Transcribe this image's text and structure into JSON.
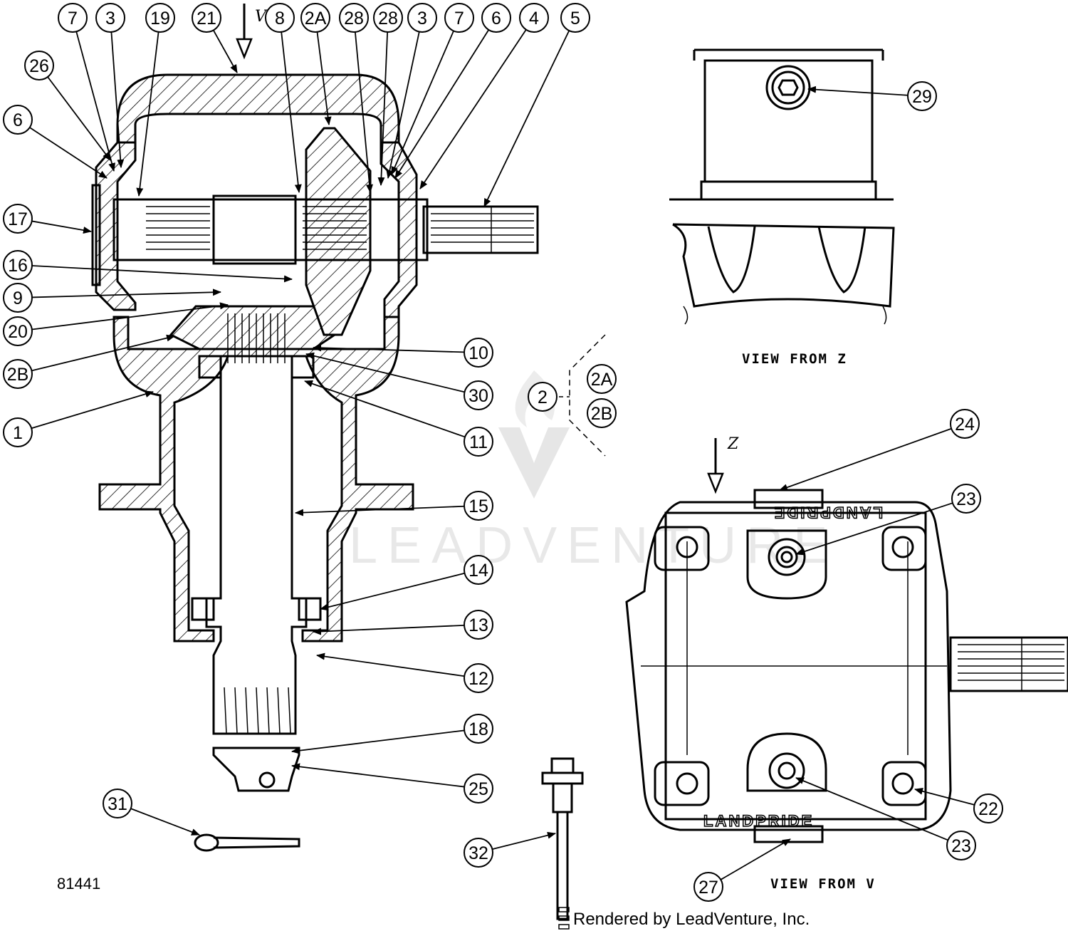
{
  "callouts": [
    {
      "id": "c7a",
      "label": "7"
    },
    {
      "id": "c3a",
      "label": "3"
    },
    {
      "id": "c19",
      "label": "19"
    },
    {
      "id": "c21",
      "label": "21"
    },
    {
      "id": "c8",
      "label": "8"
    },
    {
      "id": "c2A",
      "label": "2A"
    },
    {
      "id": "c28a",
      "label": "28"
    },
    {
      "id": "c28b",
      "label": "28"
    },
    {
      "id": "c3b",
      "label": "3"
    },
    {
      "id": "c7b",
      "label": "7"
    },
    {
      "id": "c6b",
      "label": "6"
    },
    {
      "id": "c4",
      "label": "4"
    },
    {
      "id": "c5",
      "label": "5"
    },
    {
      "id": "c26",
      "label": "26"
    },
    {
      "id": "c6a",
      "label": "6"
    },
    {
      "id": "c17",
      "label": "17"
    },
    {
      "id": "c16",
      "label": "16"
    },
    {
      "id": "c9",
      "label": "9"
    },
    {
      "id": "c20",
      "label": "20"
    },
    {
      "id": "c2B",
      "label": "2B"
    },
    {
      "id": "c1",
      "label": "1"
    },
    {
      "id": "c10",
      "label": "10"
    },
    {
      "id": "c30",
      "label": "30"
    },
    {
      "id": "c11",
      "label": "11"
    },
    {
      "id": "c15",
      "label": "15"
    },
    {
      "id": "c14",
      "label": "14"
    },
    {
      "id": "c13",
      "label": "13"
    },
    {
      "id": "c12",
      "label": "12"
    },
    {
      "id": "c18",
      "label": "18"
    },
    {
      "id": "c25",
      "label": "25"
    },
    {
      "id": "c31",
      "label": "31"
    },
    {
      "id": "c32",
      "label": "32"
    },
    {
      "id": "c2",
      "label": "2"
    },
    {
      "id": "c2Ab",
      "label": "2A"
    },
    {
      "id": "c2Bb",
      "label": "2B"
    },
    {
      "id": "c29",
      "label": "29"
    },
    {
      "id": "c24",
      "label": "24"
    },
    {
      "id": "c23a",
      "label": "23"
    },
    {
      "id": "c22",
      "label": "22"
    },
    {
      "id": "c23b",
      "label": "23"
    },
    {
      "id": "c27",
      "label": "27"
    }
  ],
  "view_arrows": {
    "v": "V",
    "z": "Z"
  },
  "captions": {
    "view_z": "VIEW FROM Z",
    "view_v": "VIEW FROM V"
  },
  "drawing_number": "81441",
  "footer": "Rendered by LeadVenture, Inc.",
  "watermark": "LEADVENTURE",
  "logo_text": "LANDPRIDE"
}
